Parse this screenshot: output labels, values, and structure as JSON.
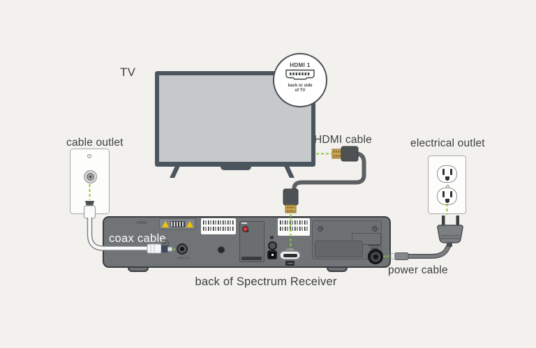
{
  "colors": {
    "background": "#f2f1ed",
    "outline": "#3f4448",
    "accent_green": "#8cc63e",
    "tv_frame": "#4b555d",
    "tv_screen": "#c6c9cc",
    "receiver_body": "#717477",
    "receiver_border": "#3a3e41",
    "cable_dark": "#5c6063",
    "gold_connector": "#c9a44f",
    "warning_yellow": "#f0c400",
    "rca_ports": [
      "#e8c619",
      "#3f9b45",
      "#d8d8d8",
      "#2f6cb0",
      "#c03034",
      "#c03034"
    ]
  },
  "labels": {
    "tv": "TV",
    "cable_outlet": "cable outlet",
    "hdmi_cable": "HDMI cable",
    "electrical_outlet": "electrical outlet",
    "power_cable": "power cable",
    "coax_cable": "coax cable",
    "receiver_caption": "back of Spectrum Receiver"
  },
  "callout": {
    "title": "HDMI 1",
    "note_line1": "back or side",
    "note_line2": "of TV"
  },
  "receiver": {
    "embossed_hdmi": "HDMI",
    "hdmi_port_label": "HDMI",
    "cable_in_label": "CABLE IN"
  }
}
